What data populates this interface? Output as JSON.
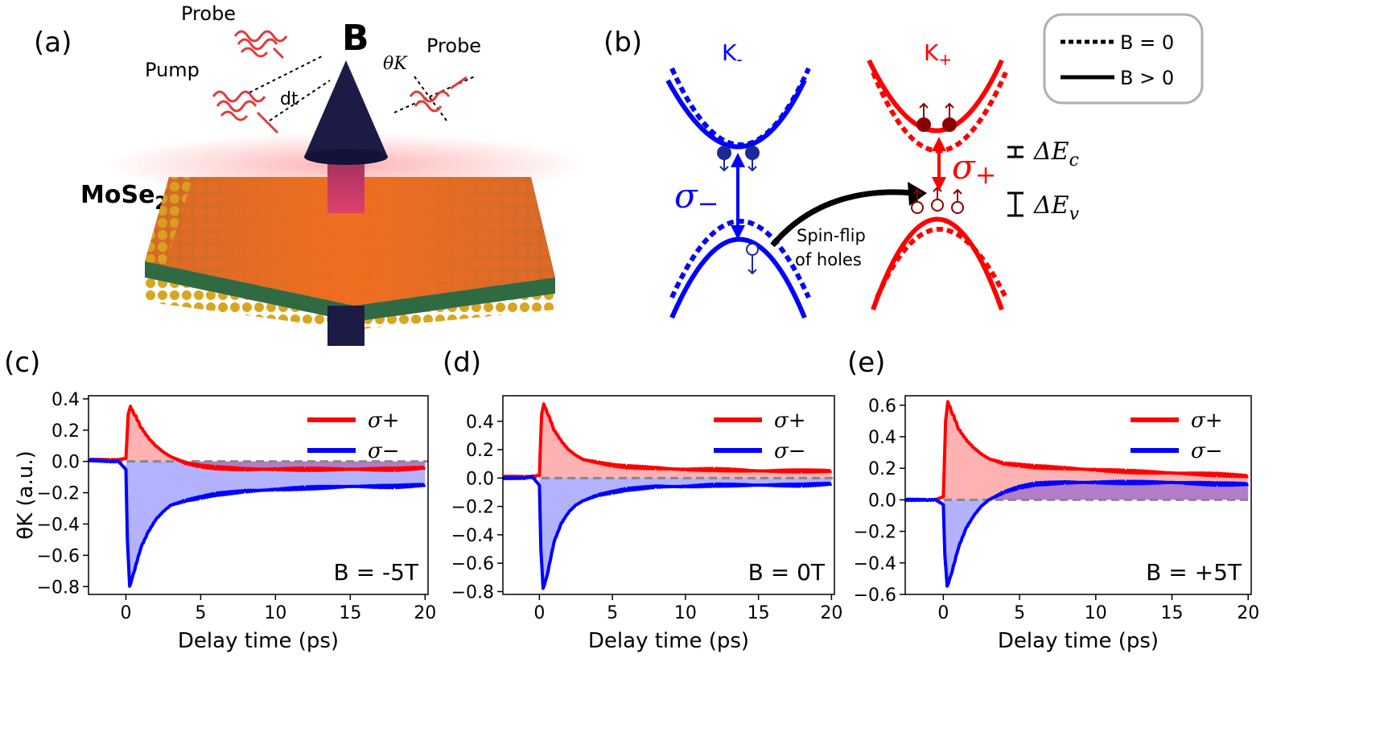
{
  "panel_labels": {
    "a": "(a)",
    "b": "(b)",
    "c": "(c)",
    "d": "(d)",
    "e": "(e)"
  },
  "schematic_a": {
    "probe_top": "Probe",
    "pump": "Pump",
    "probe_right": "Probe",
    "dt": "dt",
    "theta_k": "θK",
    "b_arrow": "B",
    "material": "MoSe",
    "material_sub": "2"
  },
  "schematic_b": {
    "k_minus": "K",
    "k_minus_sub": "-",
    "k_plus": "K",
    "k_plus_sub": "+",
    "sigma_minus": "σ",
    "sigma_minus_sub": "−",
    "sigma_plus": "σ",
    "sigma_plus_sub": "+",
    "spin_flip_line1": "Spin-flip",
    "spin_flip_line2": "of holes",
    "delta_ec": "ΔE",
    "delta_ec_sub": "c",
    "delta_ev": "ΔE",
    "delta_ev_sub": "v",
    "legend": [
      {
        "label": "B = 0",
        "style": "dotted"
      },
      {
        "label": "B > 0",
        "style": "solid"
      }
    ],
    "colors": {
      "k_minus": "#0000ff",
      "k_plus": "#ff0000"
    }
  },
  "chart_data": [
    {
      "type": "line",
      "panel": "(c)",
      "annotation": "B = -5T",
      "xlabel": "Delay time (ps)",
      "ylabel": "θK (a.u.)",
      "xlim": [
        -2.5,
        20.2
      ],
      "ylim": [
        -0.85,
        0.42
      ],
      "xticks": [
        0,
        5,
        10,
        15,
        20
      ],
      "yticks": [
        -0.8,
        -0.6,
        -0.4,
        -0.2,
        0.0,
        0.2,
        0.4
      ],
      "ytick_labels": [
        "−0.8",
        "−0.6",
        "−0.4",
        "−0.2",
        "0.0",
        "0.2",
        "0.4"
      ],
      "legend_placement": "upper right",
      "series": [
        {
          "name": "σ+",
          "color": "#ff0000",
          "x": [
            -2.5,
            -1,
            -0.5,
            0,
            0.15,
            0.3,
            0.6,
            1,
            1.5,
            2,
            2.5,
            3,
            4,
            5,
            6,
            8,
            10,
            12,
            15,
            18,
            20
          ],
          "y": [
            0.01,
            0.01,
            0.01,
            0.02,
            0.3,
            0.35,
            0.3,
            0.22,
            0.15,
            0.1,
            0.06,
            0.03,
            -0.01,
            -0.03,
            -0.04,
            -0.05,
            -0.05,
            -0.05,
            -0.05,
            -0.05,
            -0.04
          ]
        },
        {
          "name": "σ−",
          "color": "#0000ff",
          "x": [
            -2.5,
            -1,
            -0.5,
            0,
            0.1,
            0.25,
            0.5,
            1,
            1.5,
            2,
            2.5,
            3,
            4,
            5,
            6,
            8,
            10,
            12,
            15,
            18,
            20
          ],
          "y": [
            0.01,
            0.0,
            0.0,
            -0.05,
            -0.5,
            -0.8,
            -0.72,
            -0.55,
            -0.45,
            -0.37,
            -0.32,
            -0.28,
            -0.25,
            -0.23,
            -0.21,
            -0.19,
            -0.18,
            -0.17,
            -0.16,
            -0.16,
            -0.15
          ]
        }
      ]
    },
    {
      "type": "line",
      "panel": "(d)",
      "annotation": "B = 0T",
      "xlabel": "Delay time (ps)",
      "ylabel": "",
      "xlim": [
        -2.5,
        20.2
      ],
      "ylim": [
        -0.82,
        0.58
      ],
      "xticks": [
        0,
        5,
        10,
        15,
        20
      ],
      "yticks": [
        -0.8,
        -0.6,
        -0.4,
        -0.2,
        0.0,
        0.2,
        0.4
      ],
      "ytick_labels": [
        "−0.8",
        "−0.6",
        "−0.4",
        "−0.2",
        "0.0",
        "0.2",
        "0.4"
      ],
      "legend_placement": "upper right",
      "series": [
        {
          "name": "σ+",
          "color": "#ff0000",
          "x": [
            -2.5,
            -1,
            -0.5,
            0,
            0.15,
            0.3,
            0.6,
            1,
            1.5,
            2,
            2.5,
            3,
            4,
            5,
            6,
            8,
            10,
            12,
            15,
            18,
            20
          ],
          "y": [
            0.01,
            0.01,
            0.01,
            0.02,
            0.45,
            0.52,
            0.45,
            0.34,
            0.26,
            0.2,
            0.16,
            0.13,
            0.11,
            0.09,
            0.08,
            0.07,
            0.06,
            0.06,
            0.05,
            0.05,
            0.05
          ]
        },
        {
          "name": "σ−",
          "color": "#0000ff",
          "x": [
            -2.5,
            -1,
            -0.5,
            0,
            0.1,
            0.25,
            0.5,
            1,
            1.5,
            2,
            2.5,
            3,
            4,
            5,
            6,
            8,
            10,
            12,
            15,
            18,
            20
          ],
          "y": [
            0.0,
            0.0,
            0.01,
            -0.05,
            -0.5,
            -0.78,
            -0.7,
            -0.45,
            -0.32,
            -0.24,
            -0.19,
            -0.16,
            -0.12,
            -0.1,
            -0.08,
            -0.06,
            -0.06,
            -0.05,
            -0.05,
            -0.05,
            -0.04
          ]
        }
      ]
    },
    {
      "type": "line",
      "panel": "(e)",
      "annotation": "B = +5T",
      "xlabel": "Delay time (ps)",
      "ylabel": "",
      "xlim": [
        -2.5,
        20.2
      ],
      "ylim": [
        -0.6,
        0.66
      ],
      "xticks": [
        0,
        5,
        10,
        15,
        20
      ],
      "yticks": [
        -0.6,
        -0.4,
        -0.2,
        0.0,
        0.2,
        0.4,
        0.6
      ],
      "ytick_labels": [
        "−0.6",
        "−0.4",
        "−0.2",
        "0.0",
        "0.2",
        "0.4",
        "0.6"
      ],
      "legend_placement": "upper right",
      "series": [
        {
          "name": "σ+",
          "color": "#ff0000",
          "x": [
            -2.5,
            -1,
            -0.5,
            0,
            0.15,
            0.3,
            0.6,
            1,
            1.5,
            2,
            2.5,
            3,
            4,
            5,
            6,
            8,
            10,
            12,
            15,
            18,
            20
          ],
          "y": [
            0.0,
            0.0,
            0.0,
            0.02,
            0.5,
            0.62,
            0.55,
            0.45,
            0.38,
            0.33,
            0.29,
            0.26,
            0.23,
            0.22,
            0.21,
            0.2,
            0.19,
            0.18,
            0.17,
            0.16,
            0.15
          ]
        },
        {
          "name": "σ−",
          "color": "#0000ff",
          "x": [
            -2.5,
            -1,
            -0.5,
            0,
            0.1,
            0.25,
            0.5,
            1,
            1.5,
            2,
            2.5,
            3,
            4,
            5,
            6,
            8,
            10,
            12,
            15,
            18,
            20
          ],
          "y": [
            0.0,
            0.0,
            0.0,
            -0.03,
            -0.35,
            -0.55,
            -0.48,
            -0.3,
            -0.18,
            -0.1,
            -0.04,
            0.0,
            0.05,
            0.08,
            0.1,
            0.11,
            0.11,
            0.11,
            0.11,
            0.1,
            0.1
          ]
        }
      ]
    }
  ]
}
